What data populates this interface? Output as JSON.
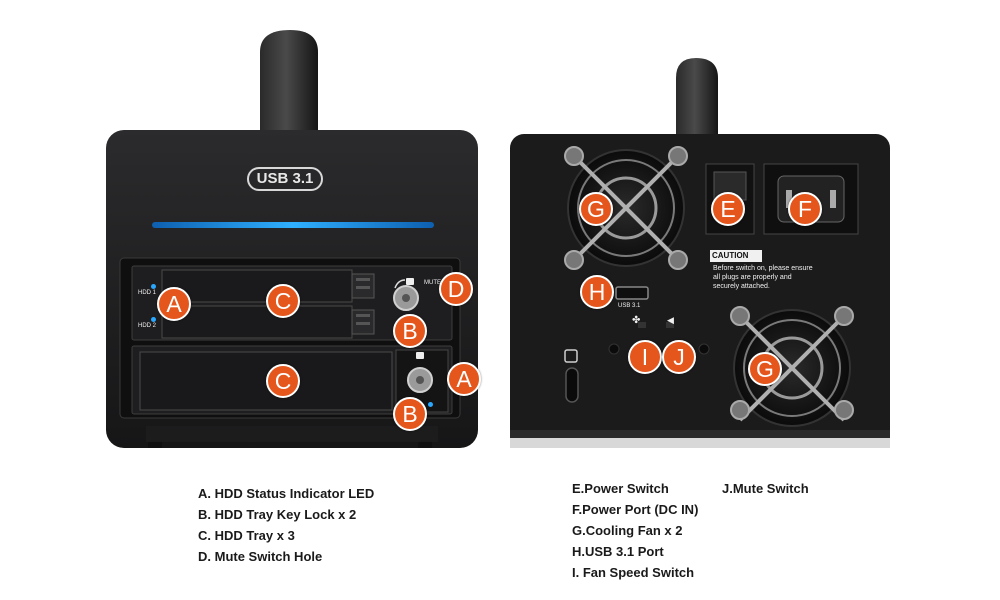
{
  "front": {
    "usb_badge": "USB 3.1",
    "hdd1_label": "HDD 1",
    "hdd2_label": "HDD 2",
    "mute_label": "MUTE",
    "led_color": "#2aa7ff"
  },
  "back": {
    "caution_title": "CAUTION",
    "caution_text_1": "Before switch on, please ensure",
    "caution_text_2": "all plugs are properly and",
    "caution_text_3": "securely attached.",
    "usb_port_label": "USB 3.1",
    "fan_speed_glyph": "✤",
    "mute_glyph": "◀"
  },
  "markers": {
    "a_top": "A",
    "c_top": "C",
    "b_top": "B",
    "d": "D",
    "c_bottom": "C",
    "b_bottom": "B",
    "a_bottom": "A",
    "g_top": "G",
    "e": "E",
    "f": "F",
    "h": "H",
    "i": "I",
    "j": "J",
    "g_bottom": "G"
  },
  "legend": {
    "a": "A. HDD Status Indicator LED",
    "b": "B. HDD Tray Key Lock x 2",
    "c": "C. HDD Tray x 3",
    "d": "D. Mute Switch Hole",
    "e": "E.Power Switch",
    "f": "F.Power Port (DC IN)",
    "g": "G.Cooling Fan x 2",
    "h": "H.USB 3.1 Port",
    "i": "I. Fan Speed Switch",
    "j": "J.Mute Switch"
  },
  "colors": {
    "marker": "#e4561c",
    "body": "#1c1c1e",
    "accent_light": "#2aa7ff"
  }
}
